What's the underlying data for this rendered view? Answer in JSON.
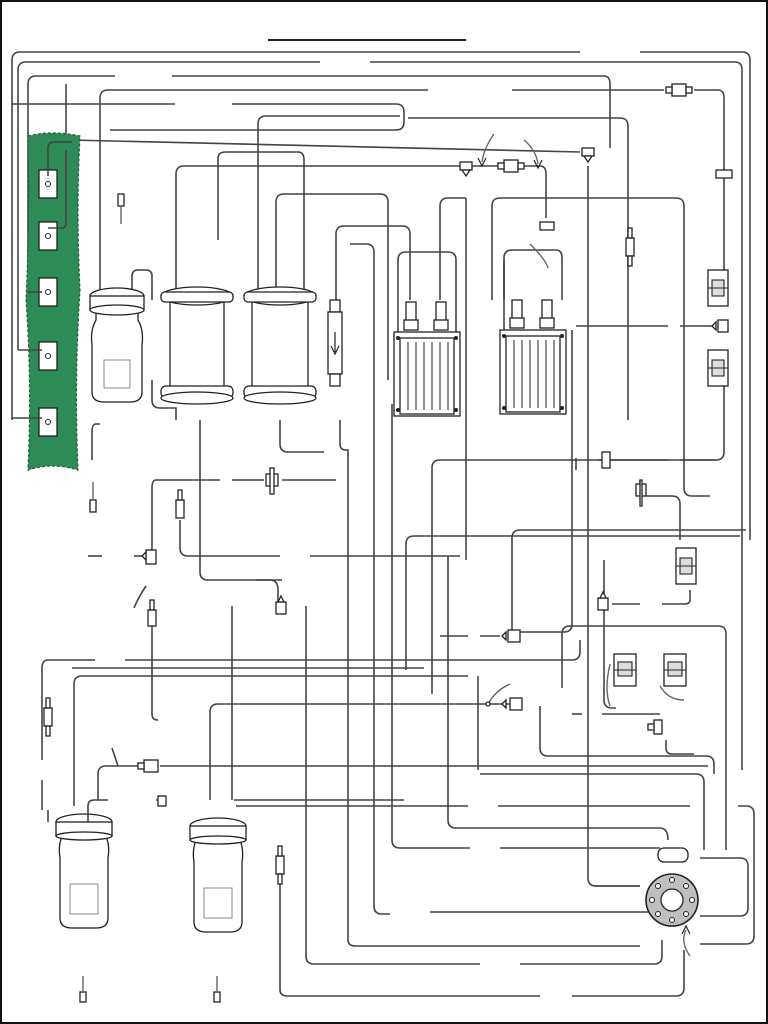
{
  "diagram": {
    "title": "",
    "colors": {
      "panel": "#2e8b57",
      "tubing": "#444444",
      "pump_head": "#bfbfbf",
      "outline": "#222222"
    },
    "panel_ports": 5,
    "bottles": 3,
    "reservoirs": 2,
    "filter_blocks": 2
  }
}
